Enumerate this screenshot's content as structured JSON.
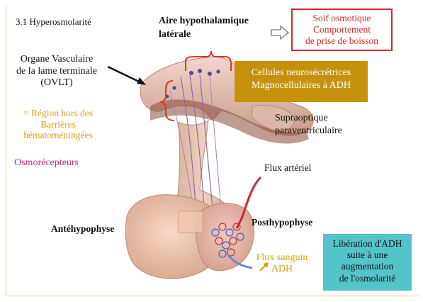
{
  "section_title": "3.1 Hyperosmolarité",
  "hypothalamus_label": "Aire hypothalamique latérale",
  "thirst_box": {
    "line1": "Soif osmotique",
    "line2": "Comportement",
    "line3": "de prise de boisson"
  },
  "ovlt": {
    "line1": "Organe Vasculaire",
    "line2": "de la lame terminale",
    "line3": "(OVLT)"
  },
  "barrier_region": {
    "line1": "= Région hors des",
    "line2": "Barrières",
    "line3": "hématoméningées"
  },
  "osmoreceptors_label": "Osmorécepteurs",
  "cells_box": {
    "line1": "Cellules neurosécrétrices",
    "line2": "Magnocellulaires à ADH"
  },
  "nuclei": {
    "line1": "Supraoptique",
    "line2": "paraventriculaire"
  },
  "arterial_flow_label": "Flux artériel",
  "anterior_pituitary_label": "Antéhypophyse",
  "posterior_pituitary_label": "Posthypophyse",
  "blood_flow": {
    "line1": "Flux sanguin",
    "line2": "ADH"
  },
  "release_box": {
    "line1": "Libération d'ADH",
    "line2": "suite à une",
    "line3": "augmentation",
    "line4": "de l'osmolarité"
  },
  "colors": {
    "thirst_border": "#d42a2a",
    "cells_box_fill": "#c7920b",
    "release_box_fill": "#54c4c8",
    "barrier_text": "#d9a21a",
    "osmoreceptor_text": "#c8287f",
    "brace": "#e0302a"
  }
}
